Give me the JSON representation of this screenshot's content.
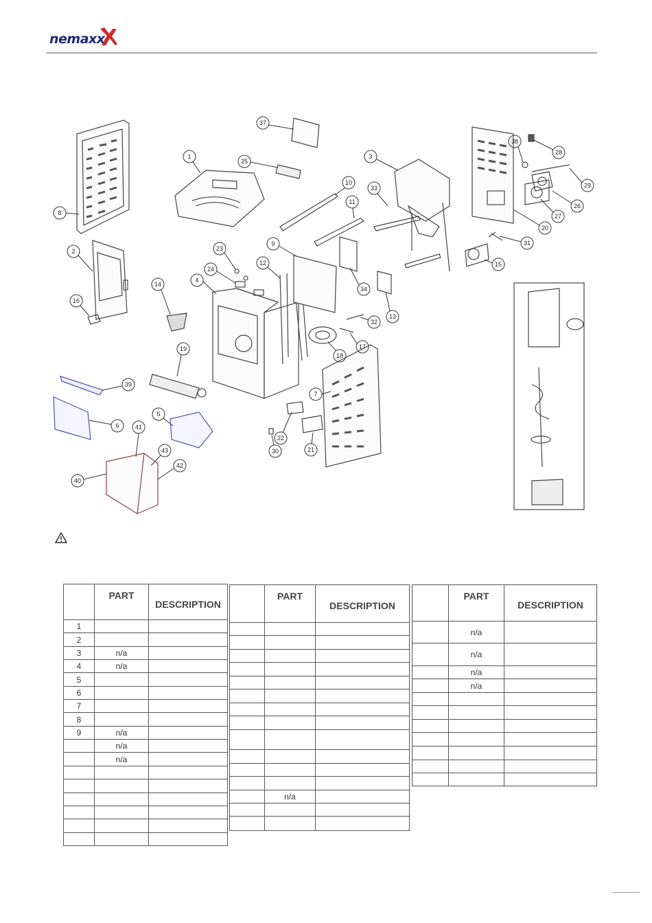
{
  "brand": {
    "name": "nemaxx",
    "accent_color": "#1a2a7a",
    "x_color": "#d9252a"
  },
  "diagram": {
    "callouts": [
      "37",
      "1",
      "25",
      "10",
      "11",
      "33",
      "3",
      "38",
      "28",
      "29",
      "26",
      "27",
      "20",
      "31",
      "15",
      "8",
      "2",
      "16",
      "14",
      "19",
      "23",
      "24",
      "4",
      "12",
      "9",
      "34",
      "13",
      "32",
      "17",
      "18",
      "7",
      "39",
      "6",
      "5",
      "41",
      "43",
      "42",
      "40",
      "22",
      "30",
      "21"
    ],
    "inset_label": ""
  },
  "warning_icon": "warning-triangle-icon",
  "tables": [
    {
      "headers": {
        "part": "PART",
        "description": "DESCRIPTION"
      },
      "rows": [
        {
          "num": "1",
          "part": "",
          "desc": ""
        },
        {
          "num": "2",
          "part": "",
          "desc": ""
        },
        {
          "num": "3",
          "part": "n/a",
          "desc": ""
        },
        {
          "num": "4",
          "part": "n/a",
          "desc": ""
        },
        {
          "num": "5",
          "part": "",
          "desc": ""
        },
        {
          "num": "6",
          "part": "",
          "desc": ""
        },
        {
          "num": "7",
          "part": "",
          "desc": ""
        },
        {
          "num": "8",
          "part": "",
          "desc": ""
        },
        {
          "num": "9",
          "part": "n/a",
          "desc": ""
        },
        {
          "num": "",
          "part": "n/a",
          "desc": ""
        },
        {
          "num": "",
          "part": "n/a",
          "desc": ""
        },
        {
          "num": "",
          "part": "",
          "desc": ""
        },
        {
          "num": "",
          "part": "",
          "desc": ""
        },
        {
          "num": "",
          "part": "",
          "desc": ""
        },
        {
          "num": "",
          "part": "",
          "desc": ""
        },
        {
          "num": "",
          "part": "",
          "desc": ""
        },
        {
          "num": "",
          "part": "",
          "desc": ""
        }
      ]
    },
    {
      "headers": {
        "part": "PART",
        "description": "DESCRIPTION"
      },
      "rows": [
        {
          "num": "",
          "part": "",
          "desc": ""
        },
        {
          "num": "",
          "part": "",
          "desc": ""
        },
        {
          "num": "",
          "part": "",
          "desc": ""
        },
        {
          "num": "",
          "part": "",
          "desc": ""
        },
        {
          "num": "",
          "part": "",
          "desc": ""
        },
        {
          "num": "",
          "part": "",
          "desc": ""
        },
        {
          "num": "",
          "part": "",
          "desc": ""
        },
        {
          "num": "",
          "part": "",
          "desc": ""
        },
        {
          "num": "",
          "part": "",
          "desc": ""
        },
        {
          "num": "",
          "part": "",
          "desc": ""
        },
        {
          "num": "",
          "part": "",
          "desc": ""
        },
        {
          "num": "",
          "part": "",
          "desc": ""
        },
        {
          "num": "",
          "part": "n/a",
          "desc": ""
        },
        {
          "num": "",
          "part": "",
          "desc": ""
        },
        {
          "num": "",
          "part": "",
          "desc": ""
        }
      ]
    },
    {
      "headers": {
        "part": "PART",
        "description": "DESCRIPTION"
      },
      "rows": [
        {
          "num": "",
          "part": "n/a",
          "desc": ""
        },
        {
          "num": "",
          "part": "n/a",
          "desc": ""
        },
        {
          "num": "",
          "part": "n/a",
          "desc": ""
        },
        {
          "num": "",
          "part": "n/a",
          "desc": ""
        },
        {
          "num": "",
          "part": "",
          "desc": ""
        },
        {
          "num": "",
          "part": "",
          "desc": ""
        },
        {
          "num": "",
          "part": "",
          "desc": ""
        },
        {
          "num": "",
          "part": "",
          "desc": ""
        },
        {
          "num": "",
          "part": "",
          "desc": ""
        },
        {
          "num": "",
          "part": "",
          "desc": ""
        },
        {
          "num": "",
          "part": "",
          "desc": ""
        }
      ]
    }
  ]
}
